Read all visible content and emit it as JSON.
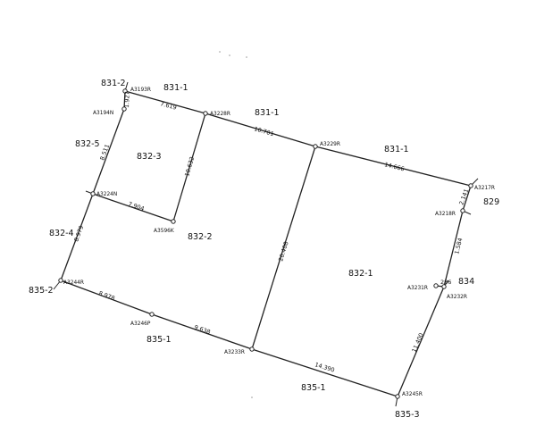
{
  "lots": [
    {
      "id": "lot-831-2",
      "label": "831-2"
    },
    {
      "id": "lot-831-1-a",
      "label": "831-1"
    },
    {
      "id": "lot-831-1-b",
      "label": "831-1"
    },
    {
      "id": "lot-831-1-c",
      "label": "831-1"
    },
    {
      "id": "lot-832-5",
      "label": "832-5"
    },
    {
      "id": "lot-832-3",
      "label": "832-3"
    },
    {
      "id": "lot-832-4",
      "label": "832-4"
    },
    {
      "id": "lot-832-2",
      "label": "832-2"
    },
    {
      "id": "lot-832-1",
      "label": "832-1"
    },
    {
      "id": "lot-829",
      "label": "829"
    },
    {
      "id": "lot-834",
      "label": "834"
    },
    {
      "id": "lot-835-2",
      "label": "835-2"
    },
    {
      "id": "lot-835-1-a",
      "label": "835-1"
    },
    {
      "id": "lot-835-1-b",
      "label": "835-1"
    },
    {
      "id": "lot-835-3",
      "label": "835-3"
    }
  ],
  "points": [
    {
      "id": "A3193R",
      "label": "A3193R"
    },
    {
      "id": "A3194N",
      "label": "A3194N"
    },
    {
      "id": "A3228R",
      "label": "A3228R"
    },
    {
      "id": "A3229R",
      "label": "A3229R"
    },
    {
      "id": "A3217R",
      "label": "A3217R"
    },
    {
      "id": "A3218R",
      "label": "A3218R"
    },
    {
      "id": "A3224N",
      "label": "A3224N"
    },
    {
      "id": "A3596K",
      "label": "A3596K"
    },
    {
      "id": "A3244R",
      "label": "A3244R"
    },
    {
      "id": "A3246P",
      "label": "A3246P"
    },
    {
      "id": "A3233R",
      "label": "A3233R"
    },
    {
      "id": "A3231R",
      "label": "A3231R"
    },
    {
      "id": "A3232R",
      "label": "A3232R"
    },
    {
      "id": "A3245R",
      "label": "A3245R"
    }
  ],
  "distances": [
    {
      "id": "d1",
      "label": "1.927"
    },
    {
      "id": "d2",
      "label": "7.619"
    },
    {
      "id": "d3",
      "label": "10.701"
    },
    {
      "id": "d4",
      "label": "14.666"
    },
    {
      "id": "d5",
      "label": "2.141"
    },
    {
      "id": "d6",
      "label": "8.511"
    },
    {
      "id": "d7",
      "label": "10.632"
    },
    {
      "id": "d8",
      "label": "7.904"
    },
    {
      "id": "d9",
      "label": "8.979"
    },
    {
      "id": "d10",
      "label": "20.408"
    },
    {
      "id": "d11",
      "label": "1.584"
    },
    {
      "id": "d12",
      "label": "286"
    },
    {
      "id": "d13",
      "label": "8.978"
    },
    {
      "id": "d14",
      "label": "9.638"
    },
    {
      "id": "d15",
      "label": "14.390"
    },
    {
      "id": "d16",
      "label": "11.400"
    }
  ]
}
